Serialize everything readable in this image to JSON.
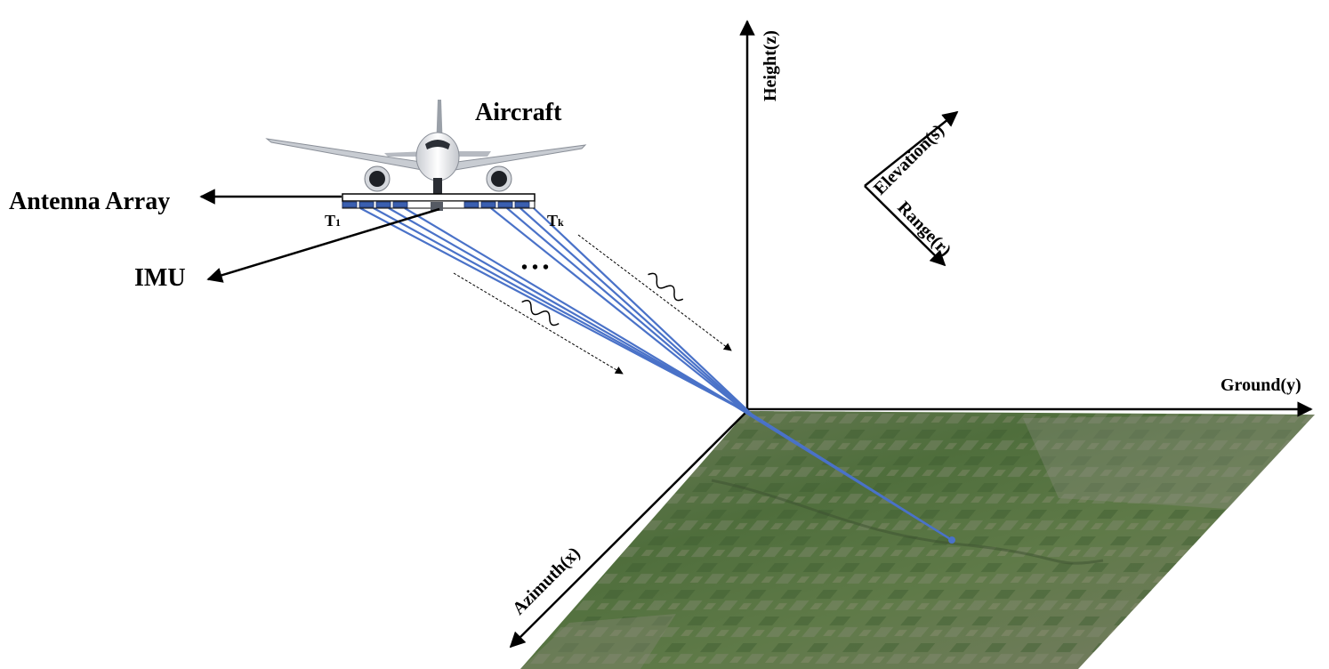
{
  "labels": {
    "aircraft": "Aircraft",
    "antenna_array": "Antenna Array",
    "imu": "IMU",
    "t_first": "T",
    "t_first_sub": "1",
    "t_last": "T",
    "t_last_sub": "k",
    "ellipsis": "• • •"
  },
  "axes": {
    "height": "Height(z)",
    "ground": "Ground(y)",
    "azimuth": "Azimuth(x)",
    "elevation": "Elevation(s)",
    "range": "Range(r)"
  },
  "colors": {
    "beam": "#4a72c8",
    "antenna_element": "#3a5fb0",
    "axis": "#000000",
    "ground_dark": "#4a5a3a",
    "ground_green": "#4f6e3c",
    "ground_light": "#8a8a78"
  },
  "icons": [
    "aircraft-icon",
    "wave-icon"
  ]
}
